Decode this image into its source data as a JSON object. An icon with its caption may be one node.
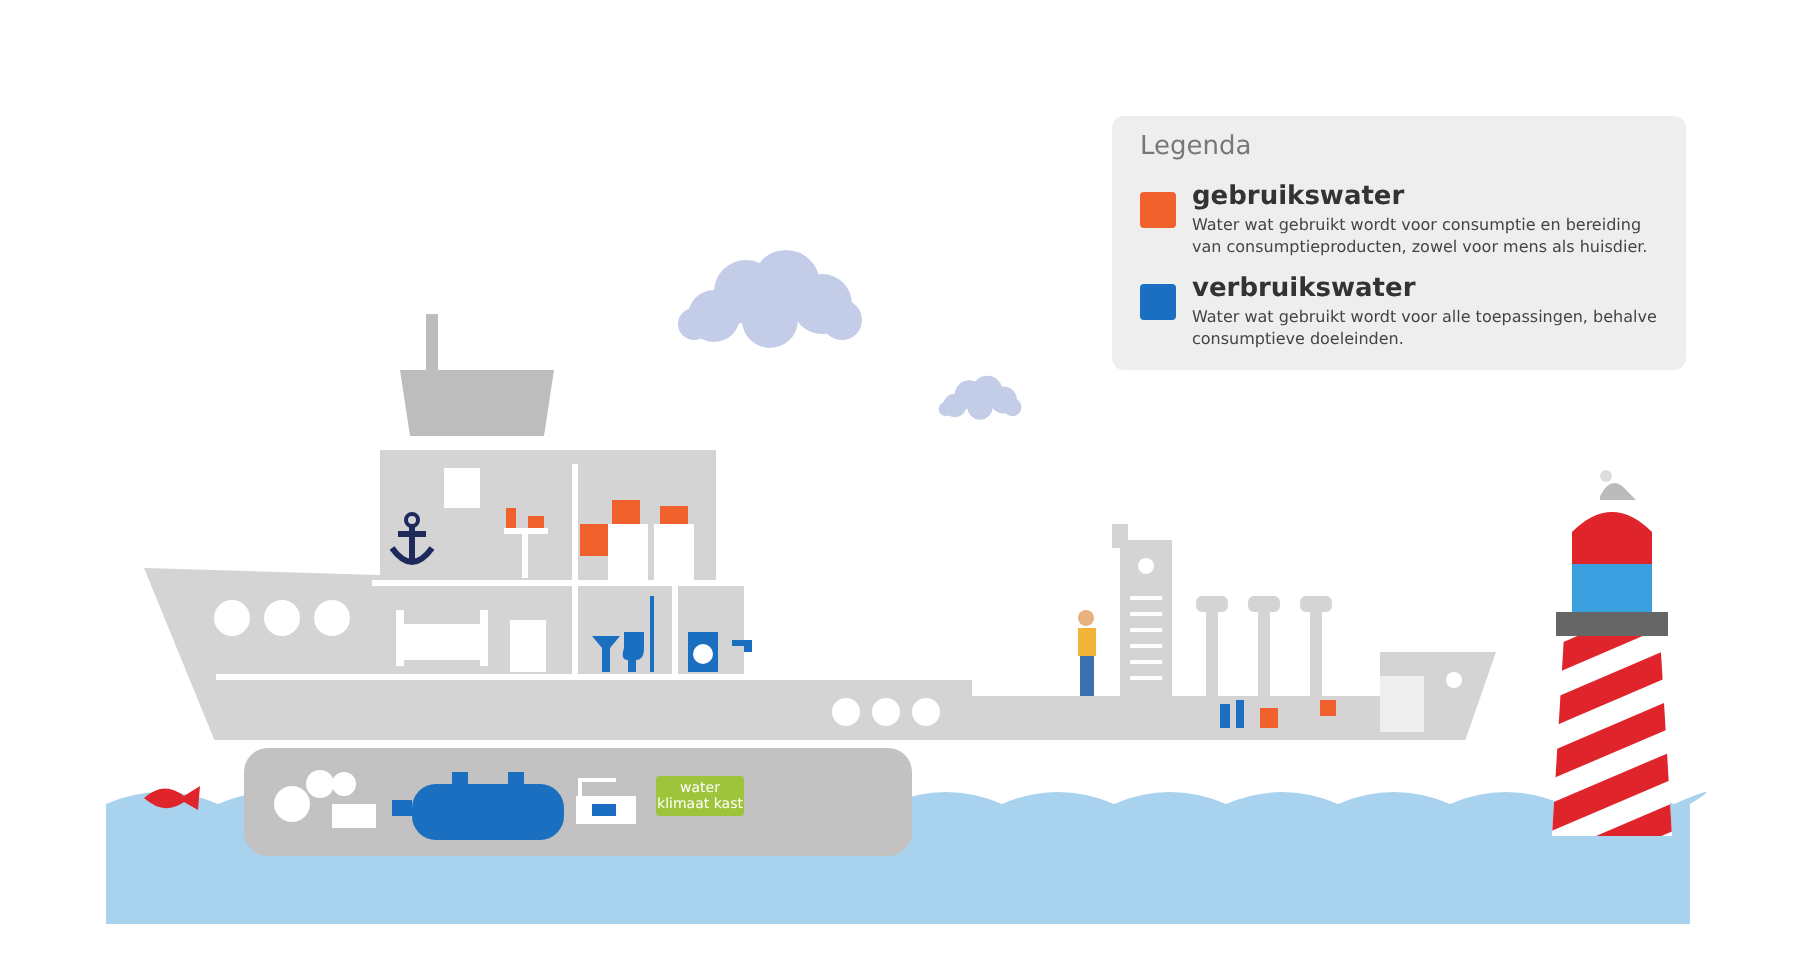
{
  "diagram": {
    "nodes": [
      {
        "text": [
          "water klimaat kast"
        ]
      }
    ],
    "labels": [
      "Legenda",
      "Water wat gebruikt wordt voor consumptie en bereiding van consumptieproducten, zowel voor mens als huisdier.",
      "Water wat gebruikt wordt voor alle toepassingen, behalve consumptieve doeleinden."
    ],
    "legend": [
      {
        "text": "gebruikswater",
        "color": "#f0612d"
      },
      {
        "text": "verbruikswater",
        "color": "#1a6fc0"
      }
    ]
  }
}
